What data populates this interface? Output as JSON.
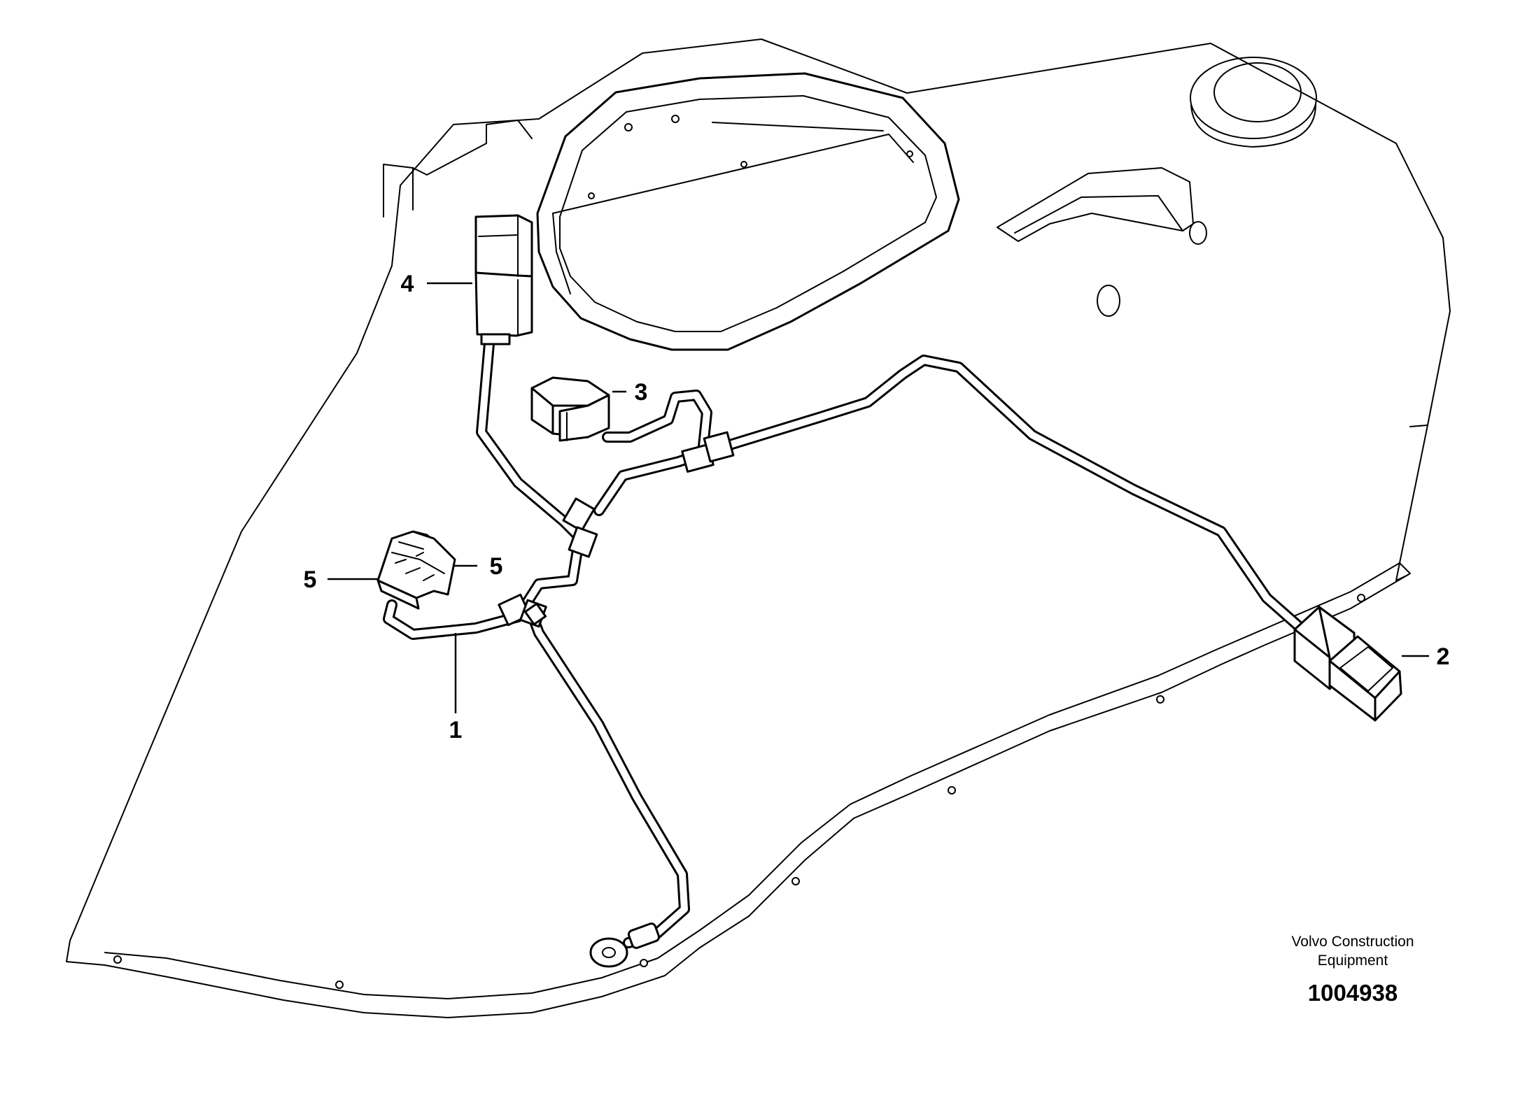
{
  "callouts": {
    "c1": "1",
    "c2": "2",
    "c3": "3",
    "c4": "4",
    "c5a": "5",
    "c5b": "5"
  },
  "credit": {
    "line1": "Volvo Construction",
    "line2": "Equipment",
    "document_number": "1004938"
  }
}
